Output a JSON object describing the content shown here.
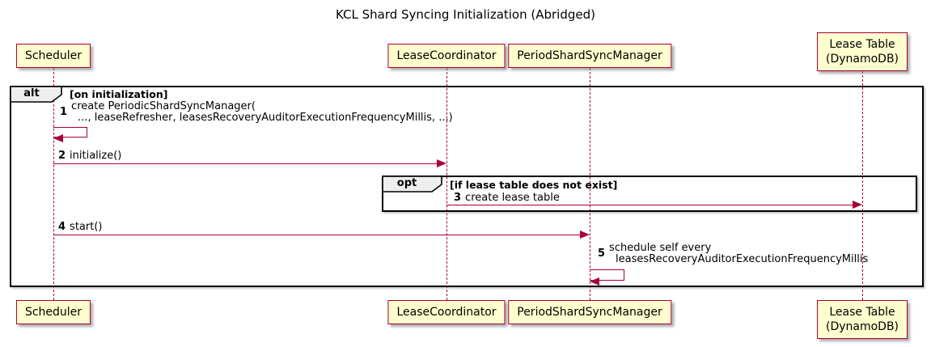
{
  "title": "KCL Shard Syncing Initialization (Abridged)",
  "colors": {
    "participant_fill": "#FEFECE",
    "accent": "#A80036",
    "frame_border": "#000000",
    "frame_label_fill": "#EEEEEE",
    "background": "#FFFFFF"
  },
  "participants": [
    {
      "id": "scheduler",
      "label": [
        "Scheduler"
      ]
    },
    {
      "id": "lease-coordinator",
      "label": [
        "LeaseCoordinator"
      ]
    },
    {
      "id": "period-shard-sync-manager",
      "label": [
        "PeriodShardSyncManager"
      ]
    },
    {
      "id": "lease-table",
      "label": [
        "Lease Table",
        "(DynamoDB)"
      ]
    }
  ],
  "frames": {
    "alt": {
      "label": "alt",
      "condition": "[on initialization]"
    },
    "opt": {
      "label": "opt",
      "condition": "[if lease table does not exist]"
    }
  },
  "messages": [
    {
      "num": "1",
      "lines": [
        "create PeriodicShardSyncManager(",
        "..., leaseRefresher, leasesRecoveryAuditorExecutionFrequencyMillis, ...)"
      ],
      "from": "Scheduler",
      "to": "Scheduler",
      "kind": "self"
    },
    {
      "num": "2",
      "lines": [
        "initialize()"
      ],
      "from": "Scheduler",
      "to": "LeaseCoordinator",
      "kind": "sync"
    },
    {
      "num": "3",
      "lines": [
        "create lease table"
      ],
      "from": "LeaseCoordinator",
      "to": "Lease Table (DynamoDB)",
      "kind": "sync"
    },
    {
      "num": "4",
      "lines": [
        "start()"
      ],
      "from": "Scheduler",
      "to": "PeriodShardSyncManager",
      "kind": "sync"
    },
    {
      "num": "5",
      "lines": [
        "schedule self every",
        "leasesRecoveryAuditorExecutionFrequencyMillis"
      ],
      "from": "PeriodShardSyncManager",
      "to": "PeriodShardSyncManager",
      "kind": "self"
    }
  ]
}
